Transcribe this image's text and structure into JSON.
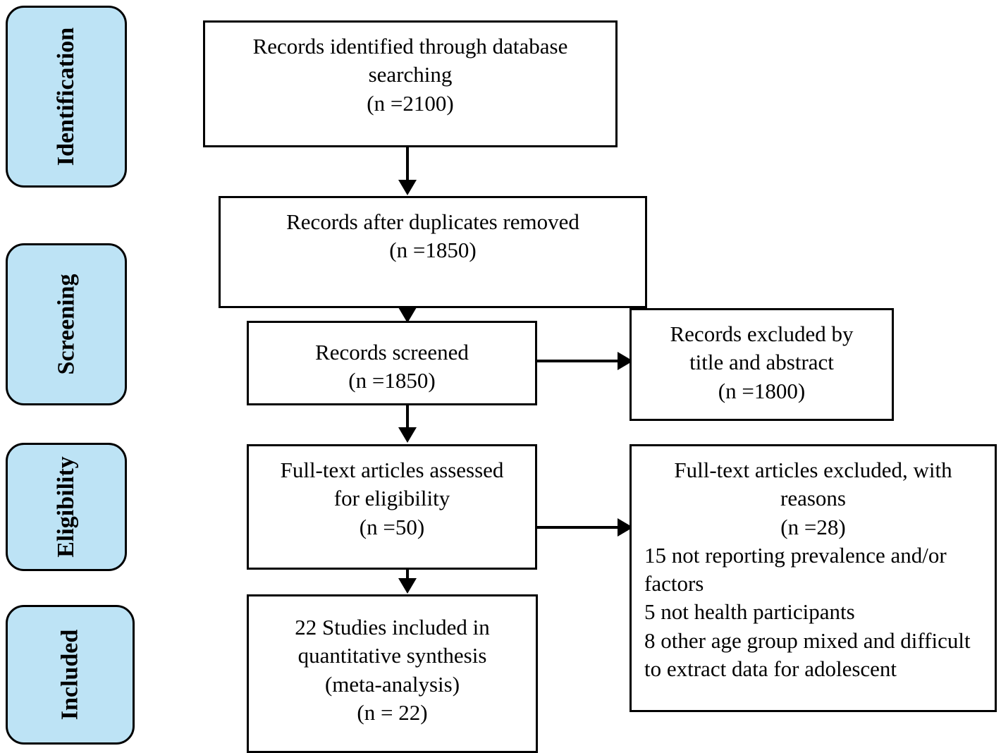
{
  "diagram": {
    "title": "PRISMA study selection flow diagram",
    "accent_color": "#bde3f5",
    "line_color": "#000000",
    "box_fill": "#ffffff"
  },
  "stages": [
    {
      "id": "identification",
      "label": "Identification"
    },
    {
      "id": "screening",
      "label": "Screening"
    },
    {
      "id": "eligibility",
      "label": "Eligibility"
    },
    {
      "id": "included",
      "label": "Included"
    }
  ],
  "boxes": {
    "identified": {
      "line1": "Records identified through database",
      "line2": "searching",
      "line3": "(n =2100)"
    },
    "after_duplicates": {
      "line1": "Records after duplicates removed",
      "line2": "(n =1850)"
    },
    "screened": {
      "line1": "Records screened",
      "line2": "(n =1850)"
    },
    "excluded_title_abstract": {
      "line1": "Records excluded by",
      "line2": "title and abstract",
      "line3": "(n =1800)"
    },
    "fulltext_assessed": {
      "line1": "Full-text articles assessed",
      "line2": "for eligibility",
      "line3": "(n =50)"
    },
    "fulltext_excluded": {
      "line1": "Full-text articles excluded, with",
      "line2": "reasons",
      "line3": "(n =28)",
      "reason1": "15 not reporting prevalence and/or factors",
      "reason2": "5 not health participants",
      "reason3": "8 other age group mixed and difficult to extract data for adolescent"
    },
    "included_studies": {
      "line1": "22 Studies included in",
      "line2": "quantitative synthesis",
      "line3": "(meta-analysis)",
      "line4": "(n = 22)"
    }
  },
  "chart_data": {
    "type": "diagram",
    "title": "PRISMA flow of study selection",
    "nodes": [
      {
        "id": "identified",
        "stage": "Identification",
        "label": "Records identified through database searching",
        "n": 2100
      },
      {
        "id": "after_duplicates",
        "stage": "Identification",
        "label": "Records after duplicates removed",
        "n": 1850
      },
      {
        "id": "screened",
        "stage": "Screening",
        "label": "Records screened",
        "n": 1850
      },
      {
        "id": "excluded_title_abstract",
        "stage": "Screening",
        "label": "Records excluded by title and abstract",
        "n": 1800
      },
      {
        "id": "fulltext_assessed",
        "stage": "Eligibility",
        "label": "Full-text articles assessed for eligibility",
        "n": 50
      },
      {
        "id": "fulltext_excluded",
        "stage": "Eligibility",
        "label": "Full-text articles excluded, with reasons",
        "n": 28
      },
      {
        "id": "included_studies",
        "stage": "Included",
        "label": "Studies included in quantitative synthesis (meta-analysis)",
        "n": 22
      }
    ],
    "edges": [
      {
        "from": "identified",
        "to": "after_duplicates",
        "direction": "down"
      },
      {
        "from": "after_duplicates",
        "to": "screened",
        "direction": "down"
      },
      {
        "from": "screened",
        "to": "excluded_title_abstract",
        "direction": "right"
      },
      {
        "from": "screened",
        "to": "fulltext_assessed",
        "direction": "down"
      },
      {
        "from": "fulltext_assessed",
        "to": "fulltext_excluded",
        "direction": "right"
      },
      {
        "from": "fulltext_assessed",
        "to": "included_studies",
        "direction": "down"
      }
    ],
    "exclusion_reasons": [
      {
        "count": 15,
        "reason": "not reporting prevalence and/or factors"
      },
      {
        "count": 5,
        "reason": "not health participants"
      },
      {
        "count": 8,
        "reason": "other age group mixed and difficult to extract data for adolescent"
      }
    ]
  }
}
